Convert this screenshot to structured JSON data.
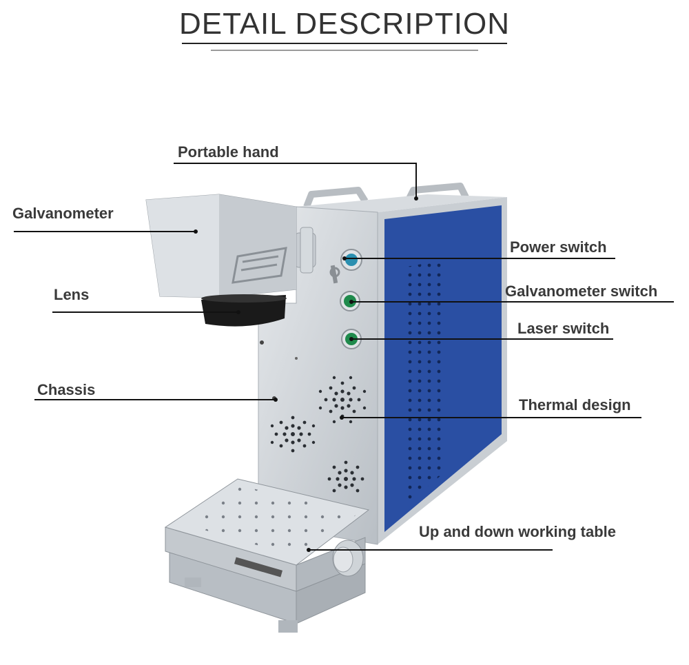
{
  "header": {
    "title": "DETAIL DESCRIPTION"
  },
  "labels": {
    "portable_hand": "Portable hand",
    "galvanometer": "Galvanometer",
    "lens": "Lens",
    "chassis": "Chassis",
    "power_switch": "Power switch",
    "galvanometer_switch": "Galvanometer switch",
    "laser_switch": "Laser switch",
    "thermal_design": "Thermal design",
    "working_table": "Up and down working table"
  },
  "colors": {
    "side_panel": "#2a4fa3",
    "frame": "#c9ced3",
    "switch_green": "#1f8a4c",
    "switch_blue": "#2a8fb0",
    "leader": "#111111"
  }
}
